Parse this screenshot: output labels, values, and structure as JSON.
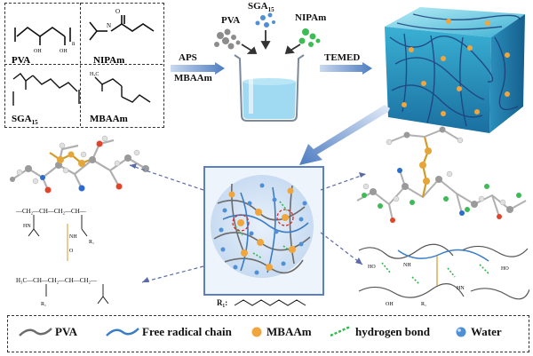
{
  "chem": {
    "pva": "PVA",
    "nipam": "NIPAm",
    "sga_base": "SGA",
    "sga_sub": "15",
    "mbaam": "MBAAm",
    "oh1": "OH",
    "oh2": "OH",
    "h3c": "H₃C",
    "n": "n"
  },
  "process": {
    "pva": "PVA",
    "sga_base": "SGA",
    "sga_sub": "15",
    "nipam": "NIPAm",
    "aps": "APS",
    "mbaam": "MBAAm",
    "temed": "TEMED"
  },
  "molecule": {
    "ch_row1": "—CH₂—CH—CH₂—CH—",
    "ch_row2": "H₃C—CH—CH₂—CH—CH₂—",
    "r1a": "R₁",
    "r1b": "R₁",
    "o": "O",
    "hn": "HN",
    "nh": "NH"
  },
  "center": {
    "r1_label": "R₁:"
  },
  "right_chem": {
    "r1": "R₁",
    "nh": "NH",
    "hn": "HN",
    "ho1": "HO",
    "ho2": "HO",
    "oh": "OH"
  },
  "legend": {
    "pva": "PVA",
    "free_radical": "Free radical chain",
    "mbaam": "MBAAm",
    "hbond": "hydrogen bond",
    "water": "Water"
  },
  "colors": {
    "pva_line": "#6b6b6b",
    "radical_line": "#3a7cc6",
    "mbaam_dot": "#f0a63c",
    "hbond": "#2fb84a",
    "water": "#4f8fd6",
    "gel": "#2aa6c9",
    "frame_blue": "#5b7fc1"
  }
}
